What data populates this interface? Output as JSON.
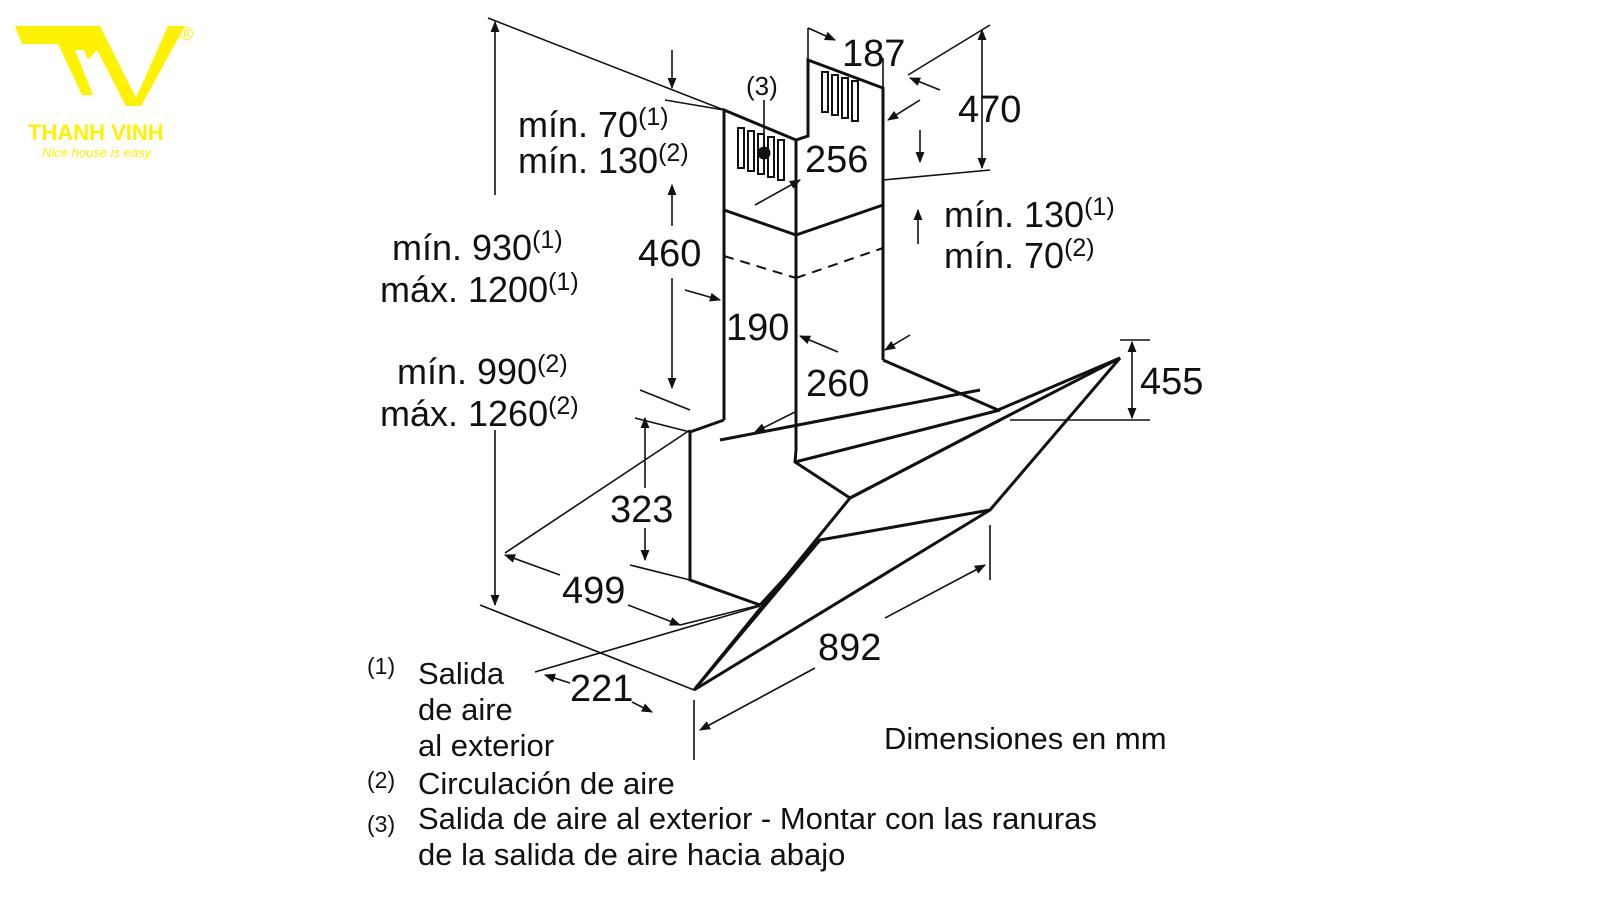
{
  "logo": {
    "brand": "THANH VINH",
    "tagline": "Nice house is easy",
    "registered": "®",
    "color": "#FFF200"
  },
  "dimensions": {
    "chimney_width": "187",
    "chimney_height_upper": "470",
    "chimney_depth_upper": "256",
    "chimney_lower_height": "460",
    "chimney_lower_width": "190",
    "chimney_lower_depth": "260",
    "body_height": "455",
    "body_depth": "323",
    "body_width_side": "499",
    "front_edge": "221",
    "total_width": "892"
  },
  "annotations": {
    "top_ref": "(3)",
    "left_top": [
      {
        "text": "mín. 70",
        "sup": "(1)"
      },
      {
        "text": "mín. 130",
        "sup": "(2)"
      }
    ],
    "right_mid": [
      {
        "text": "mín. 130",
        "sup": "(1)"
      },
      {
        "text": "mín. 70",
        "sup": "(2)"
      }
    ],
    "total_height_1": [
      {
        "text": "mín. 930",
        "sup": "(1)"
      },
      {
        "text": "máx. 1200",
        "sup": "(1)"
      }
    ],
    "total_height_2": [
      {
        "text": "mín. 990",
        "sup": "(2)"
      },
      {
        "text": "máx. 1260",
        "sup": "(2)"
      }
    ]
  },
  "units_note": "Dimensiones en mm",
  "notes": [
    {
      "num": "(1)",
      "lines": [
        "Salida",
        "de aire",
        "al exterior"
      ]
    },
    {
      "num": "(2)",
      "lines": [
        "Circulación de aire"
      ]
    },
    {
      "num": "(3)",
      "lines": [
        "Salida de aire al exterior - Montar con las ranuras",
        "de la salida de aire hacia abajo"
      ]
    }
  ]
}
